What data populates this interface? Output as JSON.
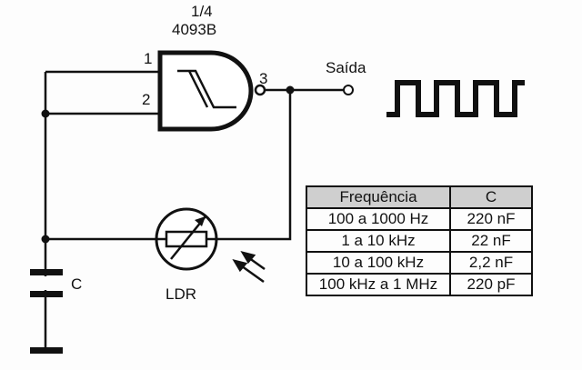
{
  "gate": {
    "fraction": "1/4",
    "part": "4093B",
    "pin1": "1",
    "pin2": "2",
    "pin3": "3"
  },
  "output_label": "Saída",
  "capacitor_label": "C",
  "ldr_label": "LDR",
  "table": {
    "headers": [
      "Frequência",
      "C"
    ],
    "rows": [
      [
        "100 a 1000 Hz",
        "220 nF"
      ],
      [
        "1 a 10 kHz",
        "22 nF"
      ],
      [
        "10 a 100 kHz",
        "2,2 nF"
      ],
      [
        "100 kHz a 1 MHz",
        "220 pF"
      ]
    ]
  }
}
